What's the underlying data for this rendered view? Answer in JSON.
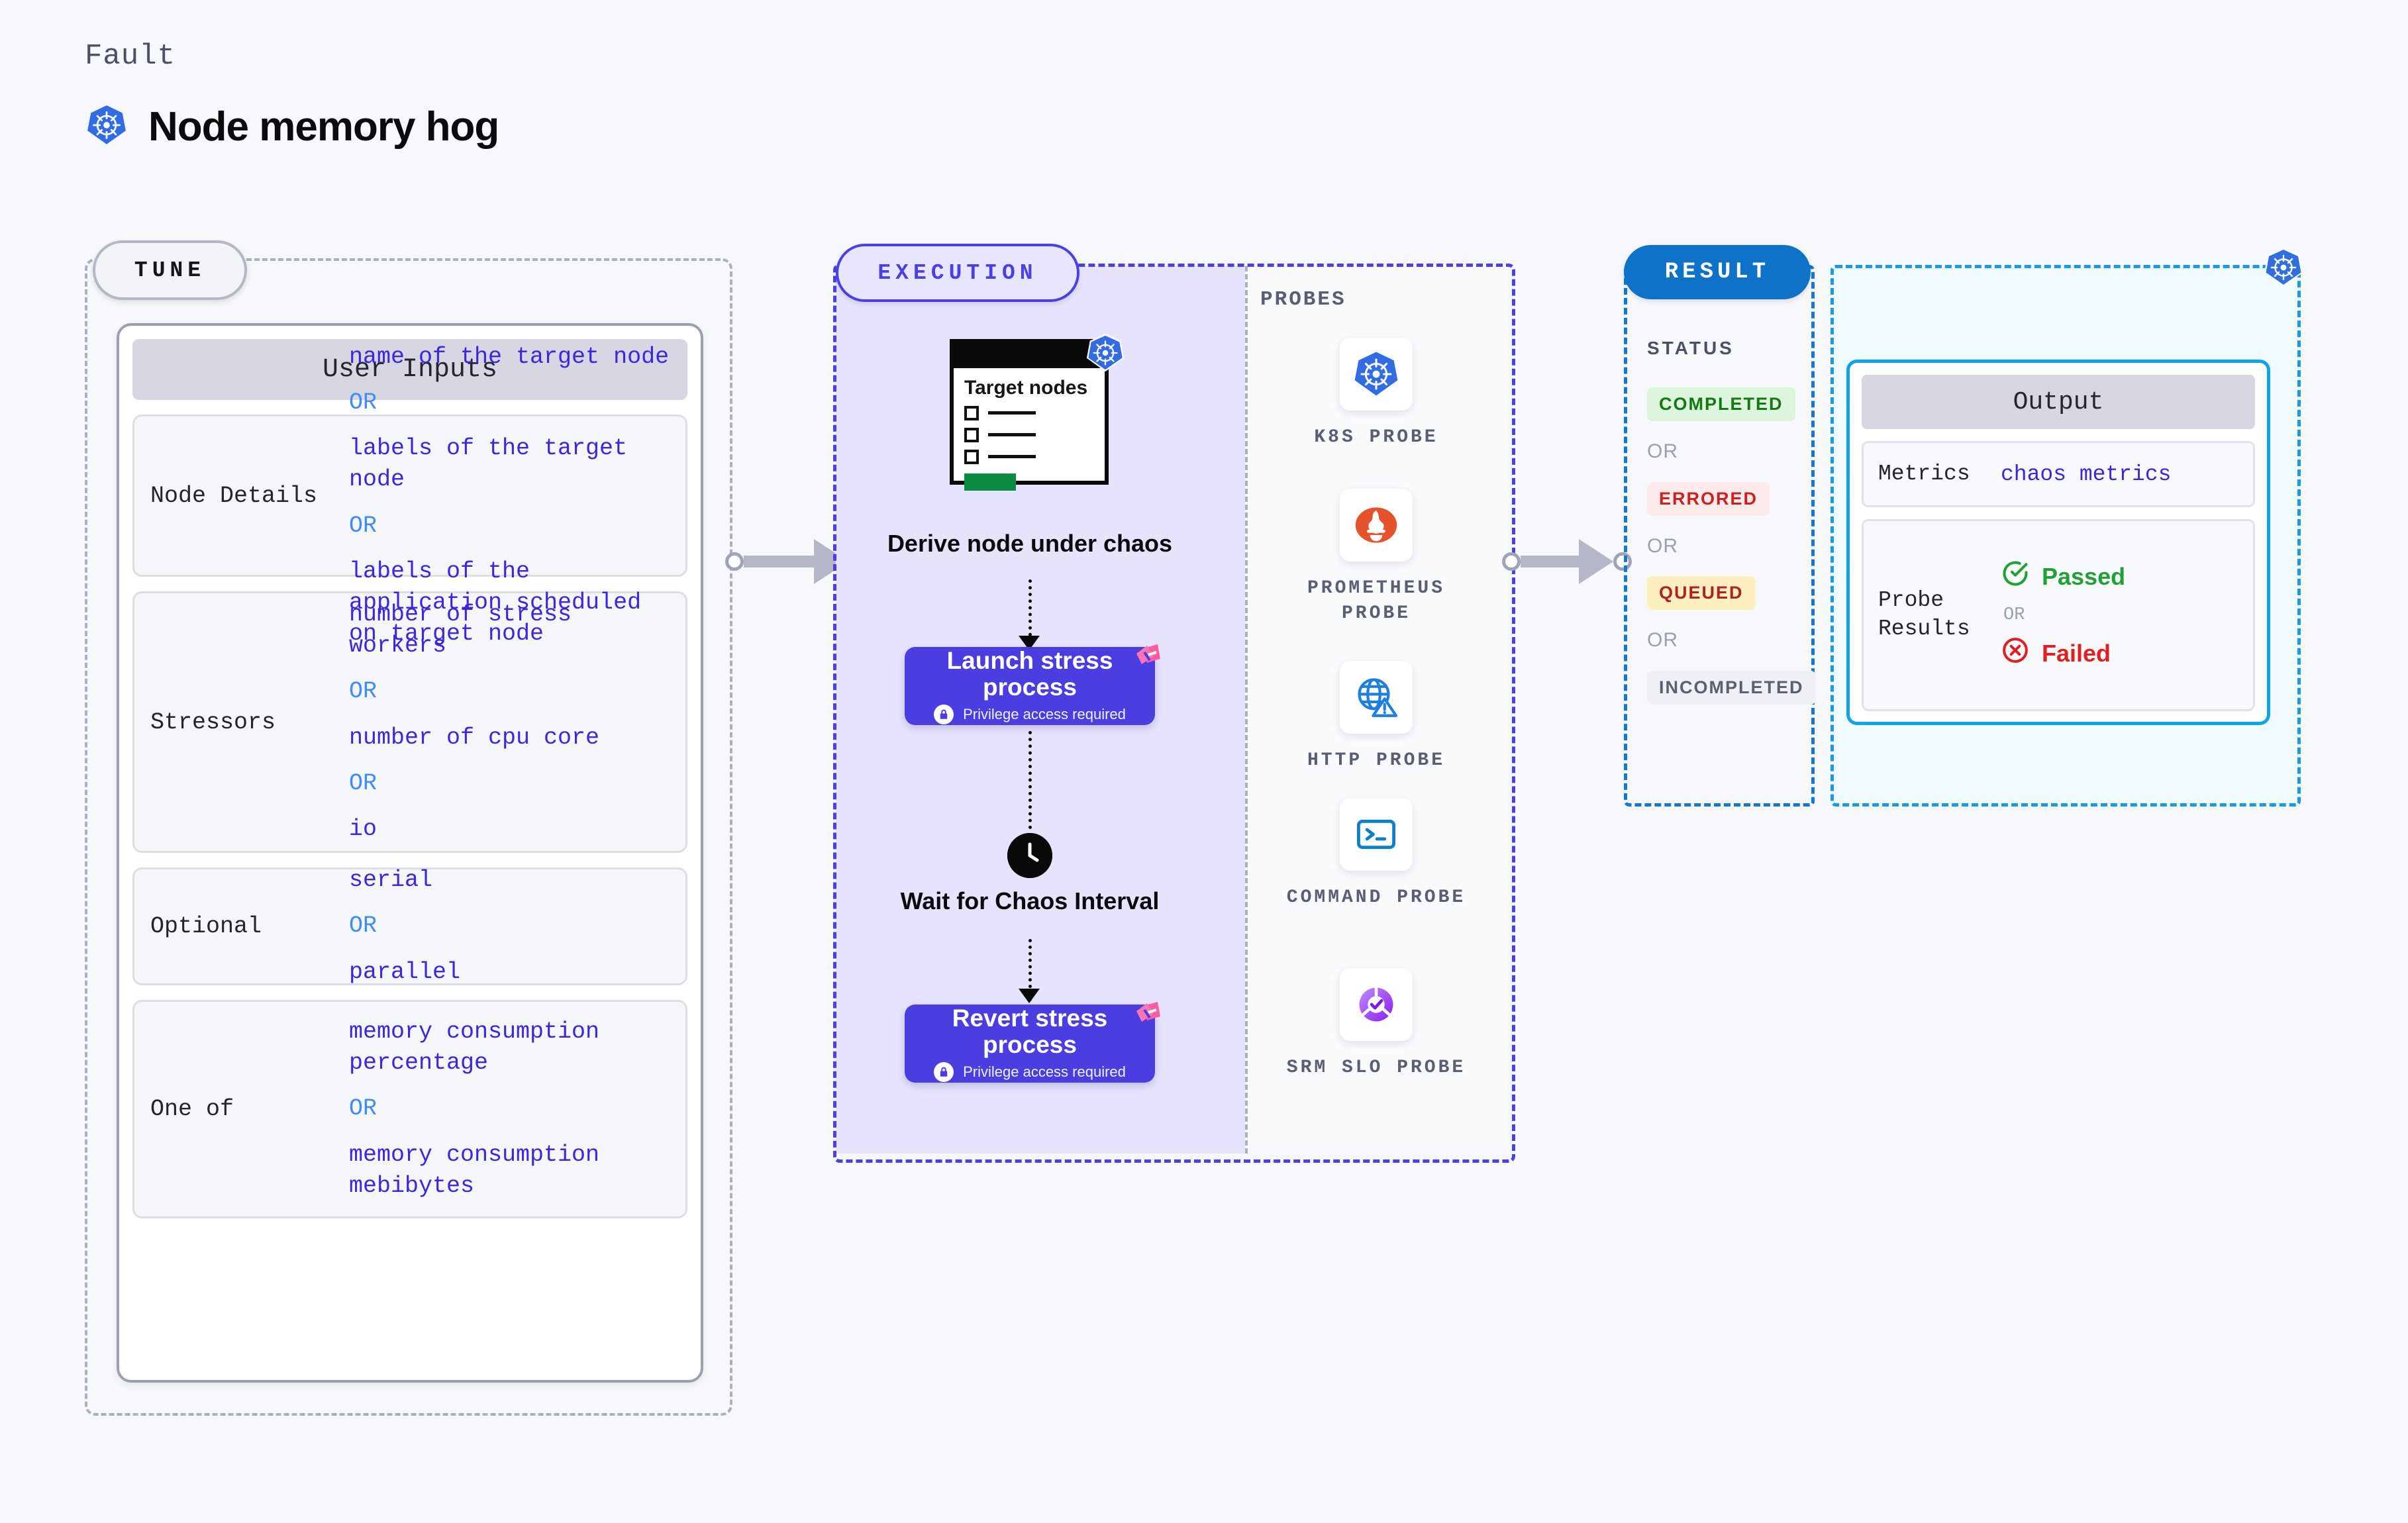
{
  "header": {
    "kicker": "Fault",
    "title": "Node memory hog",
    "icon": "kubernetes-icon"
  },
  "tune": {
    "pill_label": "TUNE",
    "card_title": "User Inputs",
    "rows": [
      {
        "key": "Node Details",
        "values": [
          "name of the target node",
          "labels of the target node",
          "labels of the application scheduled on target node"
        ],
        "separator": "OR"
      },
      {
        "key": "Stressors",
        "values": [
          "number of stress workers",
          "number of cpu core",
          "io"
        ],
        "separator": "OR"
      },
      {
        "key": "Optional",
        "values": [
          "serial",
          "parallel"
        ],
        "separator": "OR"
      },
      {
        "key": "One of",
        "values": [
          "memory consumption percentage",
          "memory consumption mebibytes"
        ],
        "separator": "OR"
      }
    ]
  },
  "execution": {
    "pill_label": "EXECUTION",
    "flow": {
      "node_card": {
        "heading": "Target nodes",
        "badge_icon": "kubernetes-icon",
        "checkbox_count": 3,
        "button_color": "#0a8a42"
      },
      "derive_label": "Derive node under chaos",
      "launch": {
        "title": "Launch stress process",
        "subtitle": "Privilege access required",
        "lock_icon": "lock-icon",
        "ribbon_icon": "ribbon-badge-icon"
      },
      "wait": {
        "icon": "clock-icon",
        "label": "Wait for Chaos Interval"
      },
      "revert": {
        "title": "Revert stress process",
        "subtitle": "Privilege access required",
        "lock_icon": "lock-icon",
        "ribbon_icon": "ribbon-badge-icon"
      }
    },
    "probes": {
      "label": "PROBES",
      "items": [
        {
          "label": "K8S PROBE",
          "icon": "kubernetes-icon"
        },
        {
          "label": "PROMETHEUS PROBE",
          "icon": "prometheus-icon"
        },
        {
          "label": "HTTP PROBE",
          "icon": "globe-warning-icon"
        },
        {
          "label": "COMMAND PROBE",
          "icon": "terminal-icon"
        },
        {
          "label": "SRM SLO PROBE",
          "icon": "srm-slo-icon"
        }
      ]
    }
  },
  "result": {
    "pill_label": "RESULT",
    "status_label": "STATUS",
    "separator": "OR",
    "statuses": [
      {
        "label": "COMPLETED",
        "bg": "#ddf4dd",
        "color": "#137a13"
      },
      {
        "label": "ERRORED",
        "bg": "#fdeaea",
        "color": "#cf2020"
      },
      {
        "label": "QUEUED",
        "bg": "#fdefc0",
        "color": "#b22020"
      },
      {
        "label": "INCOMPLETED",
        "bg": "#eff0f5",
        "color": "#5a6072"
      }
    ],
    "badge_icon": "kubernetes-icon",
    "output": {
      "title": "Output",
      "metrics_key": "Metrics",
      "metrics_value": "chaos metrics",
      "probe_results_key": "Probe Results",
      "passed_label": "Passed",
      "failed_label": "Failed",
      "separator": "OR",
      "passed_color": "#21a038",
      "failed_color": "#e02020"
    }
  },
  "colors": {
    "page_bg": "#f7f8fb",
    "tune_border": "#aab0c0",
    "execution_accent": "#4940e8",
    "execution_bg": "#e6e4fd",
    "result_accent": "#0f72c9",
    "output_accent": "#0fa3e8",
    "value_text": "#3b27e0",
    "or_text": "#3f8df5"
  }
}
